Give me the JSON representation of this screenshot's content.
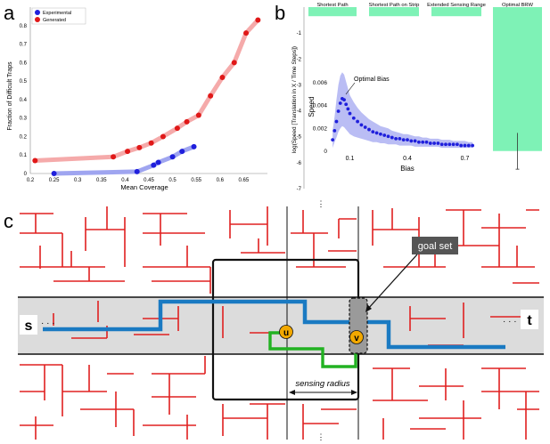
{
  "chart_data": [
    {
      "panel": "a",
      "type": "scatter",
      "ylabel": "Fraction of Difficult Traps",
      "xlabel": "Mean Coverage",
      "xlim": [
        0.2,
        0.7
      ],
      "ylim": [
        0,
        0.9
      ],
      "xticks": [
        "0.2",
        "0.25",
        "0.3",
        "0.35",
        "0.4",
        "0.45",
        "0.5",
        "0.55",
        "0.6",
        "0.65"
      ],
      "xtick_values": [
        0.2,
        0.25,
        0.3,
        0.35,
        0.4,
        0.45,
        0.5,
        0.55,
        0.6,
        0.65
      ],
      "yticks": [
        "0",
        "0.1",
        "0.2",
        "0.3",
        "0.4",
        "0.5",
        "0.6",
        "0.7",
        "0.8"
      ],
      "ytick_values": [
        0,
        0.1,
        0.2,
        0.3,
        0.4,
        0.5,
        0.6,
        0.7,
        0.8
      ],
      "legend_position": "top-left",
      "series": [
        {
          "name": "Experimental",
          "color": "#1f1fdc",
          "band_color": "#9fa5f0",
          "x": [
            0.25,
            0.425,
            0.46,
            0.47,
            0.5,
            0.52,
            0.545
          ],
          "y": [
            0.0,
            0.01,
            0.045,
            0.06,
            0.09,
            0.12,
            0.145
          ]
        },
        {
          "name": "Generated",
          "color": "#e01818",
          "band_color": "#f5aaaa",
          "x": [
            0.21,
            0.375,
            0.405,
            0.43,
            0.455,
            0.48,
            0.51,
            0.53,
            0.555,
            0.58,
            0.605,
            0.63,
            0.655,
            0.68
          ],
          "y": [
            0.07,
            0.09,
            0.12,
            0.14,
            0.165,
            0.2,
            0.245,
            0.28,
            0.315,
            0.42,
            0.52,
            0.6,
            0.76,
            0.83
          ]
        }
      ]
    },
    {
      "panel": "b",
      "type": "bar",
      "categories": [
        "Shortest Path",
        "Shortest Path on Strip",
        "Extended Sensing Range",
        "Optimal BRW"
      ],
      "values": [
        -0.35,
        -0.35,
        -0.35,
        -5.55
      ],
      "error": [
        0,
        0,
        0,
        0.7
      ],
      "bar_color": "#7ef2b6",
      "ylabel": "log(Speed [Translation in X / Time Steps])",
      "ylim": [
        -7,
        0
      ],
      "yticks": [
        "-1",
        "-2",
        "-3",
        "-4",
        "-5",
        "-6",
        "-7"
      ],
      "ytick_values": [
        -1,
        -2,
        -3,
        -4,
        -5,
        -6,
        -7
      ],
      "inset": {
        "type": "scatter",
        "xlabel": "Bias",
        "ylabel": "Speed",
        "xlim": [
          0,
          0.8
        ],
        "ylim": [
          0,
          0.007
        ],
        "xticks": [
          "0.1",
          "0.4",
          "0.7"
        ],
        "xtick_values": [
          0.1,
          0.4,
          0.7
        ],
        "yticks": [
          "0",
          "0.002",
          "0.004",
          "0.006"
        ],
        "ytick_values": [
          0,
          0.002,
          0.004,
          0.006
        ],
        "annotation": "Optimal Bias",
        "color": "#1f1fdc",
        "band_color": "#aeb2f2",
        "x": [
          0.01,
          0.02,
          0.03,
          0.04,
          0.05,
          0.06,
          0.07,
          0.08,
          0.09,
          0.1,
          0.12,
          0.14,
          0.16,
          0.18,
          0.2,
          0.22,
          0.24,
          0.26,
          0.28,
          0.3,
          0.32,
          0.34,
          0.36,
          0.38,
          0.4,
          0.42,
          0.44,
          0.46,
          0.48,
          0.5,
          0.52,
          0.54,
          0.56,
          0.58,
          0.6,
          0.62,
          0.64,
          0.66,
          0.68,
          0.7,
          0.72,
          0.74
        ],
        "y": [
          0.001,
          0.0018,
          0.0026,
          0.0035,
          0.0042,
          0.0046,
          0.0045,
          0.0041,
          0.0037,
          0.0033,
          0.0029,
          0.0026,
          0.0023,
          0.0021,
          0.0019,
          0.0017,
          0.0016,
          0.0015,
          0.0014,
          0.0013,
          0.0012,
          0.0011,
          0.0011,
          0.001,
          0.001,
          0.0009,
          0.0009,
          0.0008,
          0.0008,
          0.0008,
          0.0007,
          0.0007,
          0.0007,
          0.0006,
          0.0006,
          0.0006,
          0.0006,
          0.0006,
          0.0005,
          0.0005,
          0.0005,
          0.0005
        ],
        "band_low": [
          0.0003,
          0.0008,
          0.0012,
          0.0017,
          0.002,
          0.0022,
          0.0021,
          0.0019,
          0.0017,
          0.0015,
          0.0013,
          0.0012,
          0.0011,
          0.001,
          0.0009,
          0.0008,
          0.0008,
          0.0007,
          0.0007,
          0.0006,
          0.0006,
          0.0006,
          0.0005,
          0.0005,
          0.0005,
          0.0005,
          0.0004,
          0.0004,
          0.0004,
          0.0004,
          0.0004,
          0.0004,
          0.0004,
          0.0003,
          0.0003,
          0.0003,
          0.0003,
          0.0003,
          0.0003,
          0.0003,
          0.0003,
          0.0003
        ],
        "band_high": [
          0.0018,
          0.003,
          0.0045,
          0.0058,
          0.0066,
          0.0069,
          0.0067,
          0.0061,
          0.0055,
          0.0049,
          0.0043,
          0.0038,
          0.0034,
          0.0031,
          0.0028,
          0.0026,
          0.0024,
          0.0022,
          0.0021,
          0.002,
          0.0018,
          0.0017,
          0.0016,
          0.0015,
          0.0015,
          0.0014,
          0.0013,
          0.0013,
          0.0012,
          0.0012,
          0.0011,
          0.0011,
          0.0011,
          0.001,
          0.001,
          0.001,
          0.0009,
          0.0009,
          0.0009,
          0.0009,
          0.0008,
          0.0008
        ]
      }
    }
  ],
  "panel_labels": {
    "a": "a",
    "b": "b",
    "c": "c"
  },
  "diagram": {
    "start_label": "s",
    "target_label": "t",
    "node_u": "u",
    "node_v": "v",
    "goal_set_label": "goal set",
    "sensing_radius_label": "sensing radius",
    "ellipsis": "· · ·",
    "colors": {
      "maze": "#e02020",
      "path": "#1a7ac2",
      "alt_path": "#22b222",
      "strip": "#dcdcdc",
      "node": "#f2a800",
      "goal": "#9a9a9a"
    }
  }
}
